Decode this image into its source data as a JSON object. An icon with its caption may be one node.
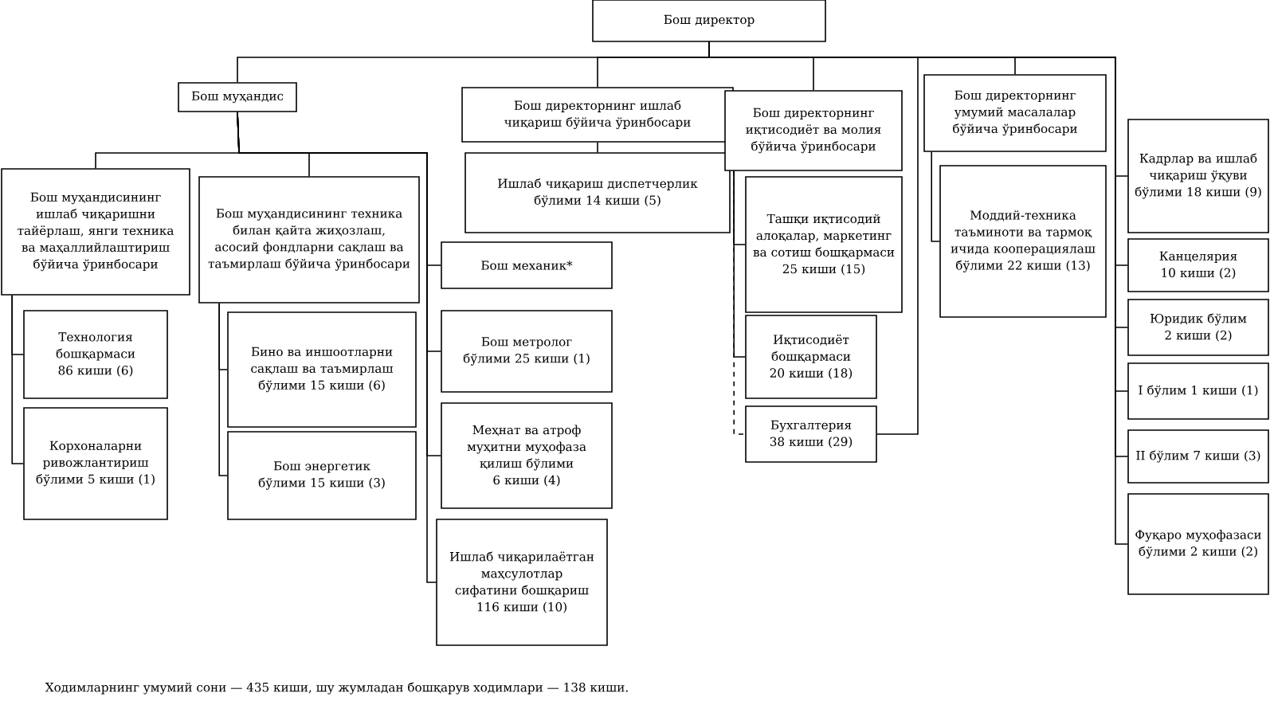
{
  "diagram": {
    "nodes": [
      {
        "text": [
          "Бош директор"
        ]
      },
      {
        "text": [
          "Бош муҳандис"
        ]
      },
      {
        "text": [
          "Бош директорнинг ишлаб чиқариш бўйича ўринбосари"
        ]
      },
      {
        "text": [
          "Ишлаб чиқариш диспетчерлик бўлими 14 киши (5)"
        ]
      },
      {
        "text": [
          "Бош директорнинг иқтисодиёт ва молия бўйича ўринбосари"
        ]
      },
      {
        "text": [
          "Бош директорнинг умумий масалалар бўйича ўринбосари"
        ]
      },
      {
        "text": [
          "Бош муҳандисининг ишлаб чиқаришни тайёрлаш, янги техника ва маҳаллийлаштириш бўйича ўринбосари"
        ]
      },
      {
        "text": [
          "Бош муҳандисининг техника билан қайта жиҳозлаш, асосий фондларни сақлаш ва таъмирлаш бўйича ўринбосари"
        ]
      },
      {
        "text": [
          "Бош механик*"
        ]
      },
      {
        "text": [
          "Технология бошқармаси 86 киши (6)"
        ]
      },
      {
        "text": [
          "Корхоналарни ривожлантириш бўлими 5 киши (1)"
        ]
      },
      {
        "text": [
          "Бино ва иншоотларни сақлаш ва таъмирлаш бўлими 15 киши (6)"
        ]
      },
      {
        "text": [
          "Бош энергетик бўлими 15 киши (3)"
        ]
      },
      {
        "text": [
          "Бош метролог бўлими 25 киши (1)"
        ]
      },
      {
        "text": [
          "Меҳнат ва атроф муҳитни муҳофаза қилиш бўлими 6 киши (4)"
        ]
      },
      {
        "text": [
          "Ишлаб чиқарилаётган маҳсулотлар сифатини бошқариш 116 киши (10)"
        ]
      },
      {
        "text": [
          "Ташқи иқтисодий алоқалар, маркетинг ва сотиш бошқармаси 25 киши (15)"
        ]
      },
      {
        "text": [
          "Иқтисодиёт бошқармаси 20 киши (18)"
        ]
      },
      {
        "text": [
          "Бухгалтерия 38 киши (29)"
        ]
      },
      {
        "text": [
          "Моддий-техника таъминоти ва тармоқ ичида кооперациялаш бўлими 22 киши (13)"
        ]
      },
      {
        "text": [
          "Кадрлар ва ишлаб чиқариш ўқуви бўлими 18 киши (9)"
        ]
      },
      {
        "text": [
          "Канцелярия 10 киши (2)"
        ]
      },
      {
        "text": [
          "Юридик бўлим 2 киши (2)"
        ]
      },
      {
        "text": [
          "I бўлим 1 киши (1)"
        ]
      },
      {
        "text": [
          "II бўлим 7 киши (3)"
        ]
      },
      {
        "text": [
          "Фуқаро муҳофазаси бўлими 2 киши (2)"
        ]
      }
    ],
    "edges": [
      {
        "from": 0,
        "to": 1,
        "arrow": "none"
      },
      {
        "from": 0,
        "to": 2,
        "arrow": "none"
      },
      {
        "from": 0,
        "to": 4,
        "arrow": "none"
      },
      {
        "from": 0,
        "to": 18,
        "arrow": "none"
      },
      {
        "from": 0,
        "to": 5,
        "arrow": "none"
      },
      {
        "from": 0,
        "to": 20,
        "arrow": "none"
      },
      {
        "from": 0,
        "to": 21,
        "arrow": "none"
      },
      {
        "from": 0,
        "to": 22,
        "arrow": "none"
      },
      {
        "from": 0,
        "to": 23,
        "arrow": "none"
      },
      {
        "from": 0,
        "to": 24,
        "arrow": "none"
      },
      {
        "from": 0,
        "to": 25,
        "arrow": "none"
      },
      {
        "from": 1,
        "to": 6,
        "arrow": "none"
      },
      {
        "from": 1,
        "to": 7,
        "arrow": "none"
      },
      {
        "from": 1,
        "to": 8,
        "arrow": "none"
      },
      {
        "from": 1,
        "to": 13,
        "arrow": "none"
      },
      {
        "from": 1,
        "to": 14,
        "arrow": "none"
      },
      {
        "from": 1,
        "to": 15,
        "arrow": "none"
      },
      {
        "from": 6,
        "to": 9,
        "arrow": "none"
      },
      {
        "from": 6,
        "to": 10,
        "arrow": "none"
      },
      {
        "from": 7,
        "to": 11,
        "arrow": "none"
      },
      {
        "from": 7,
        "to": 12,
        "arrow": "none"
      },
      {
        "from": 2,
        "to": 3,
        "arrow": "none"
      },
      {
        "from": 4,
        "to": 16,
        "arrow": "none"
      },
      {
        "from": 4,
        "to": 17,
        "arrow": "none"
      },
      {
        "from": 4,
        "to": 18,
        "arrow": "none",
        "style": "dashed"
      },
      {
        "from": 5,
        "to": 19,
        "arrow": "none"
      }
    ],
    "labels": [
      "Ходимларнинг умумий сони — 435 киши, шу жумладан бошқарув ходимлари — 138 киши."
    ]
  }
}
